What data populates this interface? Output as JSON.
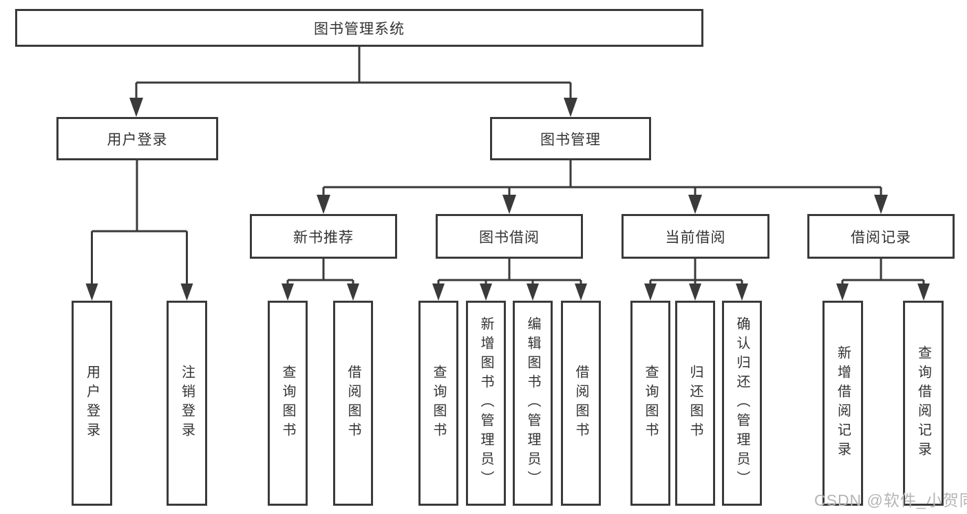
{
  "tree": {
    "root": {
      "label": "图书管理系统"
    },
    "level2": [
      {
        "label": "用户登录",
        "leaves": [
          {
            "label": "用户登录"
          },
          {
            "label": "注销登录"
          }
        ]
      },
      {
        "label": "图书管理",
        "groups": [
          {
            "label": "新书推荐",
            "leaves": [
              {
                "label": "查询图书"
              },
              {
                "label": "借阅图书"
              }
            ]
          },
          {
            "label": "图书借阅",
            "leaves": [
              {
                "label": "查询图书"
              },
              {
                "label": "新增图书（管理员）"
              },
              {
                "label": "编辑图书（管理员）"
              },
              {
                "label": "借阅图书"
              }
            ]
          },
          {
            "label": "当前借阅",
            "leaves": [
              {
                "label": "查询图书"
              },
              {
                "label": "归还图书"
              },
              {
                "label": "确认归还（管理员）"
              }
            ]
          },
          {
            "label": "借阅记录",
            "leaves": [
              {
                "label": "新增借阅记录"
              },
              {
                "label": "查询借阅记录"
              }
            ]
          }
        ]
      }
    ]
  },
  "watermark": {
    "text": "CSDN @软件_小贺同学"
  },
  "colors": {
    "line": "#3a3a3a",
    "text": "#333333",
    "watermark": "#b5b5b5",
    "background": "#ffffff"
  }
}
